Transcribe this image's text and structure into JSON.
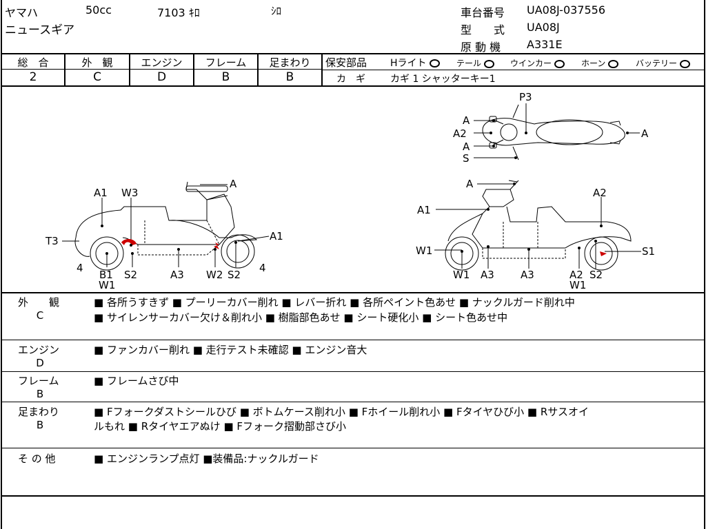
{
  "header": {
    "maker": "ヤマハ",
    "displacement": "50cc",
    "mileage": "7103 ｷﾛ",
    "color": "ｼﾛ",
    "model_name": "ニュースギア",
    "chassis_label": "車台番号",
    "chassis_value": "UA08J-037556",
    "type_label": "型　　式",
    "type_value": "UA08J",
    "engine_label": "原 動 機",
    "engine_value": "A331E"
  },
  "grades": {
    "overall_label": "総　合",
    "overall": "2",
    "exterior_label": "外　観",
    "exterior": "C",
    "engine_label": "エンジン",
    "engine": "D",
    "frame_label": "フレーム",
    "frame": "B",
    "suspension_label": "足まわり",
    "suspension": "B"
  },
  "safety": {
    "label": "保安部品",
    "headlight": "Hライト",
    "taillight": "テール",
    "winker": "ウインカー",
    "horn": "ホーン",
    "battery": "バッテリー",
    "key_label": "カ　ギ",
    "key_value": "カギ 1  シャッターキー1"
  },
  "diagram": {
    "top": {
      "p3": "P3",
      "a1": "A",
      "a2": "A2",
      "a3": "A",
      "s": "S",
      "a_right": "A"
    },
    "left": {
      "a1": "A1",
      "w3": "W3",
      "a": "A",
      "t3": "T3",
      "a1r": "A1",
      "n4a": "4",
      "b1": "B1",
      "w1": "W1",
      "s2a": "S2",
      "a3": "A3",
      "w2": "W2",
      "s2b": "S2",
      "n4b": "4"
    },
    "right": {
      "a": "A",
      "a2": "A2",
      "a1": "A1",
      "w1a": "W1",
      "s1": "S1",
      "w1b": "W1",
      "a3a": "A3",
      "a3b": "A3",
      "a2b": "A2",
      "s2": "S2",
      "w1c": "W1"
    }
  },
  "notes": [
    {
      "label": "外　　観",
      "grade": "C",
      "lines": [
        "■ 各所うすきず ■ プーリーカバー削れ ■ レバー折れ ■ 各所ペイント色あせ ■ ナックルガード削れ中",
        "■ サイレンサーカバー欠け＆削れ小 ■ 樹脂部色あせ ■ シート硬化小 ■ シート色あせ中"
      ]
    },
    {
      "label": "エンジン",
      "grade": "D",
      "lines": [
        "■ ファンカバー削れ ■ 走行テスト未確認 ■ エンジン音大"
      ]
    },
    {
      "label": "フレーム",
      "grade": "B",
      "lines": [
        "■ フレームさび中"
      ]
    },
    {
      "label": "足まわり",
      "grade": "B",
      "lines": [
        "■ Fフォークダストシールひび ■ ボトムケース削れ小 ■ Fホイール削れ小 ■ Fタイヤひび小 ■ Rサスオイ",
        "ルもれ ■ Rタイヤエアぬけ ■ Fフォーク摺動部さび小"
      ]
    },
    {
      "label": "そ の 他",
      "grade": "",
      "lines": [
        "■ エンジンランプ点灯 ■装備品:ナックルガード"
      ]
    }
  ]
}
